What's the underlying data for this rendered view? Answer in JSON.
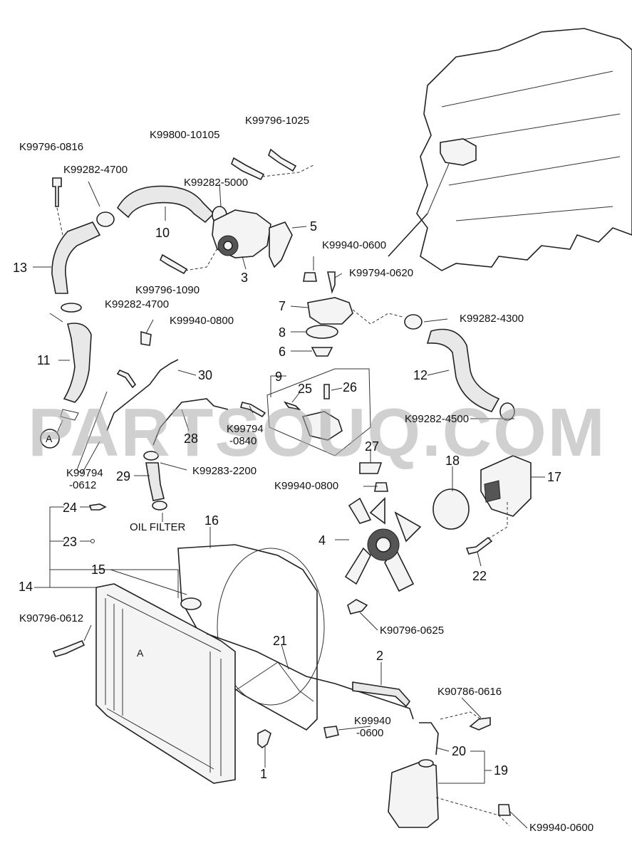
{
  "watermark": "PARTSOUQ.COM",
  "callout_A": "A",
  "labels": {
    "p1": "1",
    "p2": "2",
    "p3": "3",
    "p4": "4",
    "p5": "5",
    "p6": "6",
    "p7": "7",
    "p8": "8",
    "p9": "9",
    "p10": "10",
    "p11": "11",
    "p12": "12",
    "p13": "13",
    "p14": "14",
    "p15": "15",
    "p16": "16",
    "p17": "17",
    "p18": "18",
    "p19": "19",
    "p20": "20",
    "p21": "21",
    "p22": "22",
    "p23": "23",
    "p24": "24",
    "p25": "25",
    "p26": "26",
    "p27": "27",
    "p28": "28",
    "p29": "29",
    "p30": "30",
    "k99796_0816": "K99796-0816",
    "k99282_4700_top": "K99282-4700",
    "k99800_10105": "K99800-10105",
    "k99796_1025": "K99796-1025",
    "k99282_5000": "K99282-5000",
    "k99796_1090": "K99796-1090",
    "k99940_0600_top": "K99940-0600",
    "k99794_0620": "K99794-0620",
    "k99282_4700_mid": "K99282-4700",
    "k99282_4300": "K99282-4300",
    "k99940_0800_top": "K99940-0800",
    "k99282_4500": "K99282-4500",
    "k99794_0840_a": "K99794",
    "k99794_0840_b": "-0840",
    "k99794_0612_a": "K99794",
    "k99794_0612_b": "-0612",
    "k99283_2200": "K99283-2200",
    "k99940_0800_mid": "K99940-0800",
    "oil_filter": "OIL FILTER",
    "k90796_0612": "K90796-0612",
    "k90796_0625": "K90796-0625",
    "k90786_0616": "K90786-0616",
    "k99940_0600_low_a": "K99940",
    "k99940_0600_low_b": "-0600",
    "k99940_0600_bottom": "K99940-0600"
  }
}
